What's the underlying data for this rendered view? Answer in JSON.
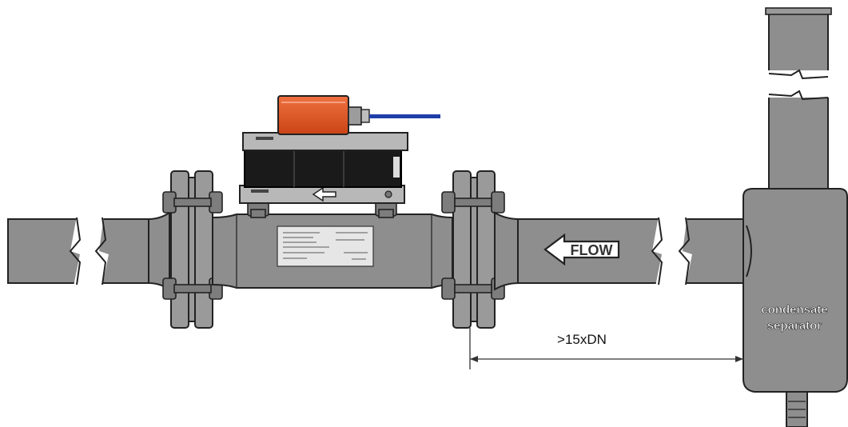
{
  "diagram": {
    "flow_label": "FLOW",
    "separator_label_line1": "condensate",
    "separator_label_line2": "separator",
    "distance_label": ">15xDN"
  },
  "colors": {
    "pipe": "#8e8e8e",
    "sensor_housing": "#e0552a",
    "cable": "#1f3fa8",
    "sensor_body": "#1a1a1a"
  }
}
